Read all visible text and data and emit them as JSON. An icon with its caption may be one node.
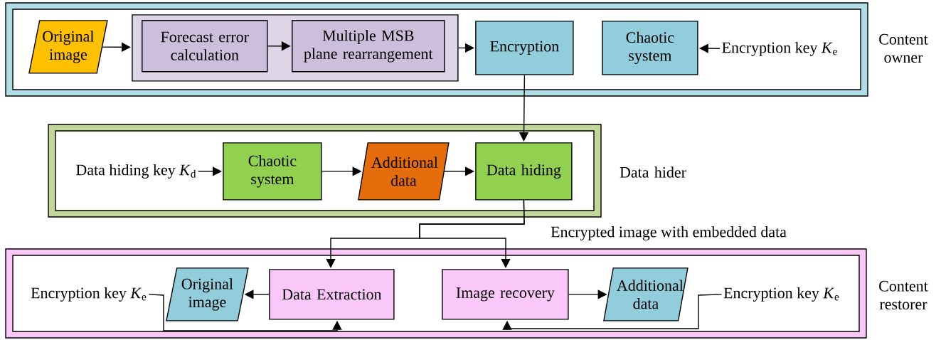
{
  "diagram": {
    "nodes": [
      {
        "text": [
          "Content owner"
        ]
      },
      {
        "text": [
          "Original image"
        ],
        "in": 0
      },
      {
        "text": [],
        "shape": "box",
        "in": 0
      },
      {
        "text": [
          "Forecast error calculation"
        ],
        "in": 2
      },
      {
        "text": [
          "Multiple MSB plane rearrangement"
        ],
        "in": 2
      },
      {
        "text": [
          "Encryption"
        ],
        "in": 0
      },
      {
        "text": [
          "Chaotic system"
        ],
        "in": 0
      },
      {
        "text": [
          "Encryption key *K*$_{e}$"
        ],
        "in": 0
      },
      {
        "text": [
          "Data hider"
        ]
      },
      {
        "text": [
          "Data hiding key *K*$_{d}$"
        ],
        "in": 8
      },
      {
        "text": [
          "Chaotic system"
        ],
        "in": 8
      },
      {
        "text": [
          "Additional data"
        ],
        "in": 8
      },
      {
        "text": [
          "Data hiding"
        ],
        "in": 8
      },
      {
        "text": [
          "Content restorer"
        ]
      },
      {
        "text": [
          "Encryption key *K*$_{e}$"
        ],
        "in": 13
      },
      {
        "text": [
          "Original image"
        ],
        "in": 13
      },
      {
        "text": [
          "Data Extraction"
        ],
        "in": 13
      },
      {
        "text": [
          "Image recovery"
        ],
        "in": 13
      },
      {
        "text": [
          "Additional data"
        ],
        "in": 13
      },
      {
        "text": [
          "Encryption key *K*$_{e}$"
        ],
        "in": 13
      }
    ],
    "edges": [
      {
        "from": 1,
        "to": 2,
        "arrow": "to"
      },
      {
        "from": 3,
        "to": 4,
        "arrow": "to"
      },
      {
        "from": 2,
        "to": 5,
        "arrow": "to"
      },
      {
        "from": 7,
        "to": 6,
        "arrow": "to"
      },
      {
        "from": 5,
        "to": 12,
        "arrow": "to"
      },
      {
        "from": 9,
        "to": 10,
        "arrow": "to"
      },
      {
        "from": 10,
        "to": 11,
        "arrow": "to"
      },
      {
        "from": 11,
        "to": 12,
        "arrow": "to"
      },
      {
        "from": 12,
        "to": 16,
        "arrow": "to"
      },
      {
        "from": 12,
        "to": 17,
        "arrow": "to",
        "label": "Encrypted image with embedded data"
      },
      {
        "from": 16,
        "to": 15,
        "arrow": "to"
      },
      {
        "from": 17,
        "to": 18,
        "arrow": "to"
      },
      {
        "from": 14,
        "to": 16,
        "arrow": "to"
      },
      {
        "from": 19,
        "to": 17,
        "arrow": "to"
      }
    ]
  }
}
